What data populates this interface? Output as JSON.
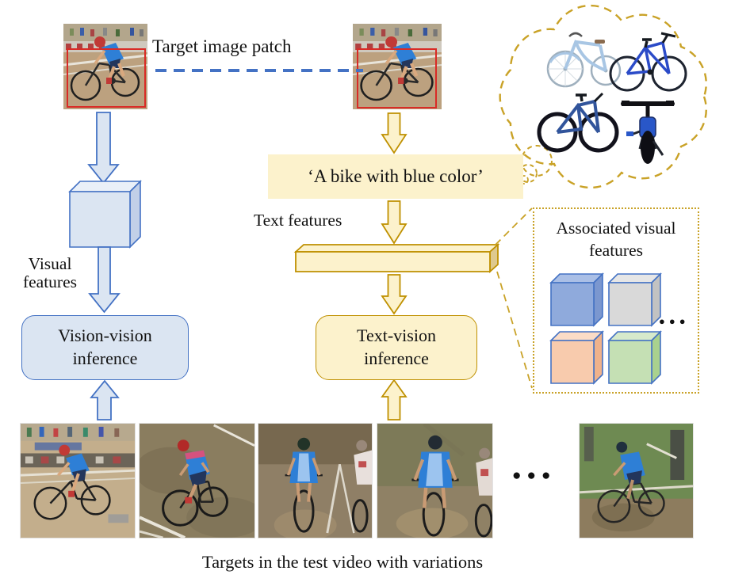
{
  "palette": {
    "blue-accent": "#4472C4",
    "blue-fill": "#DBE5F2",
    "blue-fill-light": "#EAF0F8",
    "blue-fill-dark": "#C2D0E8",
    "gold-accent": "#BF9000",
    "gold-dash": "#C9A227",
    "yellow-fill": "#FCF2CC",
    "yellow-side": "#DEC98F",
    "red-box": "#D92B26",
    "ink": "#111111"
  },
  "header": {
    "target_patch_label": "Target image patch"
  },
  "vision_branch": {
    "feature_label": "Visual features",
    "inference_label": "Vision-vision inference"
  },
  "text_branch": {
    "query": "‘A bike with blue color’",
    "feature_label": "Text features",
    "inference_label": "Text-vision inference"
  },
  "associated": {
    "title": "Associated visual features",
    "ellipsis": "●●●",
    "cubes": [
      {
        "name": "blue",
        "face": "#8FAADC",
        "top": "#AABFE6",
        "side": "#7B97CF"
      },
      {
        "name": "gray",
        "face": "#D9D9D9",
        "top": "#E6E6E6",
        "side": "#C2C2C2"
      },
      {
        "name": "orange",
        "face": "#F8CBAD",
        "top": "#FBDCC6",
        "side": "#EFB28B"
      },
      {
        "name": "green",
        "face": "#C5E0B4",
        "top": "#D6EACB",
        "side": "#A9D18E"
      }
    ]
  },
  "bubble": {
    "alt": "Thought bubble of imagined blue bicycles"
  },
  "patches": {
    "alt": "Cyclist video frame with red target box"
  },
  "bottom": {
    "ellipsis": "●●●",
    "caption": "Targets in the test video with variations",
    "frames": [
      {
        "alt": "Target cyclist riding past crowd barrier"
      },
      {
        "alt": "Target cyclist rear view turning on dirt"
      },
      {
        "alt": "Target cyclist riding away with second rider at right"
      },
      {
        "alt": "Target cyclist rear view close-up with second rider"
      },
      {
        "alt": "Target cyclist standing on grass near fence"
      }
    ]
  }
}
